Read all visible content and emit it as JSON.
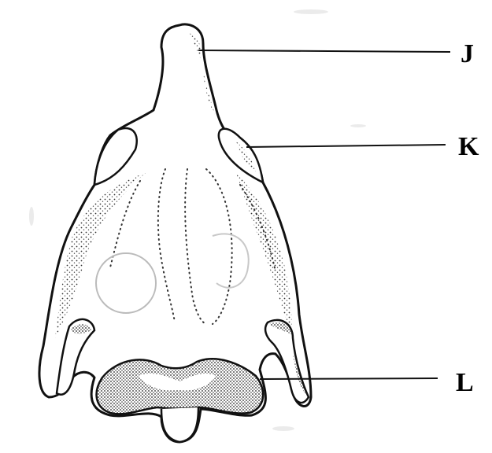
{
  "figure": {
    "labels": [
      {
        "id": "J",
        "text": "J"
      },
      {
        "id": "K",
        "text": "K"
      },
      {
        "id": "L",
        "text": "L"
      }
    ]
  }
}
